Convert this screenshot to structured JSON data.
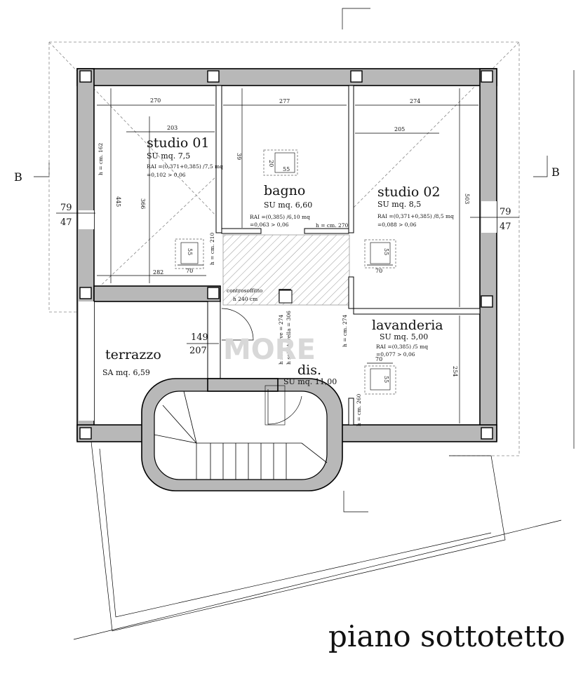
{
  "title": "piano sottotetto",
  "section_marks": {
    "left": "B",
    "right": "B"
  },
  "watermark": "MORE",
  "rooms": {
    "studio01": {
      "name": "studio 01",
      "area": "SU mq. 7,5",
      "rai": "RAI =(0,371+0,385) /7,5 mq",
      "ratio": "=0,102 > 0,06",
      "h_label": "h = cm. 162"
    },
    "bagno": {
      "name": "bagno",
      "area": "SU mq. 6,60",
      "rai": "RAI =(0,385) /6,10 mq",
      "ratio": "=0,063 > 0,06"
    },
    "studio02": {
      "name": "studio 02",
      "area": "SU mq. 8,5",
      "rai": "RAI =(0,371+0,385) /8,5 mq",
      "ratio": "=0,088 > 0,06"
    },
    "lavanderia": {
      "name": "lavanderia",
      "area": "SU mq. 5,00",
      "rai": "RAI =(0,385) /5 mq",
      "ratio": "=0,077 > 0,06"
    },
    "terrazzo": {
      "name": "terrazzo",
      "area": "SA mq. 6,59"
    },
    "dis": {
      "name": "dis.",
      "area": "SU mq. 11,00"
    }
  },
  "annotations": {
    "controsoffitto": "controsoffitto",
    "controsoffitto_h": "h 240 cm",
    "h_bagno": "h = cm. 270",
    "h_210": "h = cm. 210",
    "h_274": "h = cm. 274",
    "h_260": "h = cm. 260",
    "sottotrave": "h sottotrave = 274",
    "sottotavella": "h sottotavella = 306"
  },
  "dimensions": {
    "d270": "270",
    "d277": "277",
    "d274": "274",
    "d203": "203",
    "d205": "205",
    "d445": "445",
    "d366": "366",
    "d39": "39",
    "d503": "503",
    "d282": "282",
    "d254": "254",
    "d70": "70",
    "d55": "55",
    "d20": "20",
    "w79": "79",
    "w47": "47",
    "d149": "149",
    "d207": "207"
  }
}
